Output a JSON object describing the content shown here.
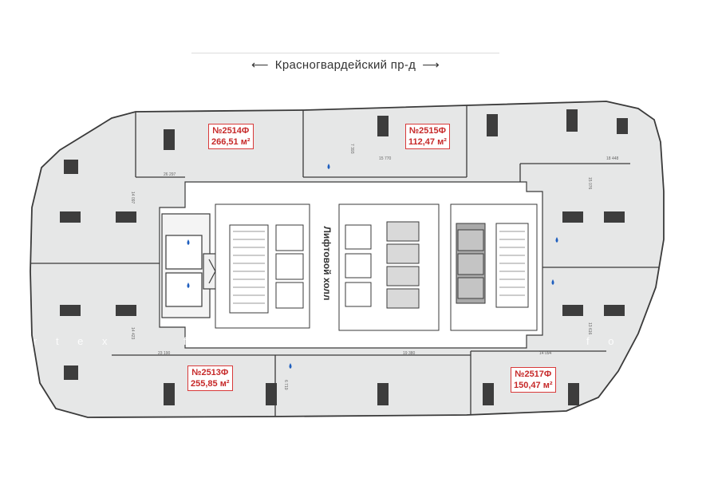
{
  "street": {
    "name": "Красногвардейский пр-д",
    "arrow_left": "⟵",
    "arrow_right": "⟶"
  },
  "lift_hall": "Лифтовой холл",
  "units": [
    {
      "id": "№2514Ф",
      "area": "266,51 м²"
    },
    {
      "id": "№2515Ф",
      "area": "112,47 м²"
    },
    {
      "id": "№2513Ф",
      "area": "255,85 м²"
    },
    {
      "id": "№2517Ф",
      "area": "150,47 м²"
    }
  ],
  "dimensions": [
    "26 297",
    "14 097",
    "7 393",
    "15 770",
    "18 448",
    "15 076",
    "14 423",
    "23 190",
    "19 380",
    "14 094",
    "6 719",
    "13 616"
  ],
  "watermark": [
    "r t e x",
    "f o",
    "f o"
  ],
  "colors": {
    "floor": "#e6e7e7",
    "core": "#ffffff",
    "wall": "#3a3a3a",
    "column": "#3d3d3d",
    "accent": "#d93a3a",
    "water": "#1f5fbf"
  }
}
